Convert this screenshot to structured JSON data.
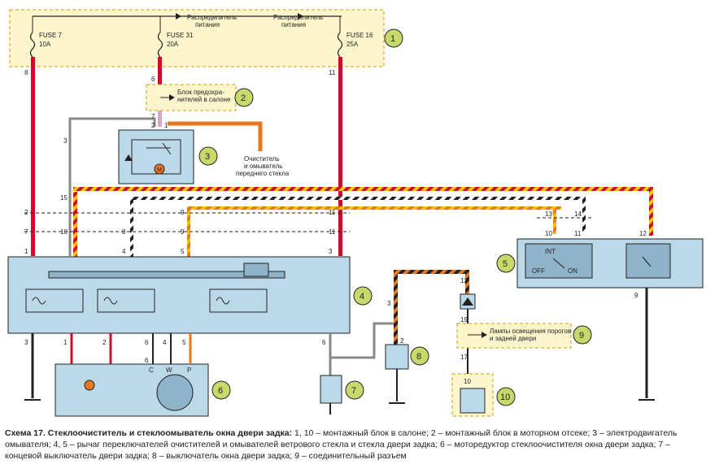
{
  "power": {
    "title_left": "Распределитель\nпитания",
    "title_right": "Распределитель\nпитания",
    "fuses": [
      {
        "name": "FUSE 7",
        "rating": "10A"
      },
      {
        "name": "FUSE 31",
        "rating": "20A"
      },
      {
        "name": "FUSE 16",
        "rating": "25A"
      }
    ]
  },
  "blocks": {
    "b1": "1",
    "b2": "2",
    "b3": "3",
    "b4": "4",
    "b5": "5",
    "b6": "6",
    "b7": "7",
    "b8": "8",
    "b9": "9",
    "b10": "10"
  },
  "labels": {
    "fuse_block": "Блок предохра-\nнителей в салоне",
    "front_washer": "Очиститель\nи омыватель\nпереднего стекла",
    "lamps": "Лампы освещения порогов\nи задней двери",
    "sw_int": "INT",
    "sw_off": "OFF",
    "sw_on": "ON",
    "motor_c": "C",
    "motor_w": "W",
    "motor_p": "P",
    "motor_m": "M"
  },
  "pins": {
    "p8": "8",
    "p6": "6",
    "p11a": "11",
    "p7a": "7",
    "p2a": "2",
    "p1a": "1",
    "p3a": "3",
    "p15": "15",
    "p2b": "2",
    "p9a": "9",
    "p11b": "11",
    "p7b": "7",
    "p10a": "10",
    "p8b": "8",
    "p9b": "9",
    "p11c": "11",
    "p1b": "1",
    "p4a": "4",
    "p5a": "5",
    "p3b": "3",
    "p13": "13",
    "p14": "14",
    "p10b": "10",
    "p11d": "11",
    "p12a": "12",
    "p9c": "9",
    "p3c": "3",
    "p1c": "1",
    "p2c": "2",
    "p6a": "6",
    "p4b": "4",
    "p5b": "5",
    "p6b": "6",
    "p6c": "6",
    "p3d": "3",
    "p2d": "2",
    "p12b": "12",
    "p19": "19",
    "p17": "17",
    "p10c": "10"
  },
  "caption": {
    "title": "Схема 17. Стеклоочиститель и стеклоомыватель окна двери задка:",
    "text": "1, 10 – монтажный блок в салоне; 2 – монтажный блок в моторном отсеке; 3 – электродвигатель омывателя; 4, 5 – рычаг переключателей очистителей и омывателей ветрового стекла и стекла двери задка; 6 – моторедуктор стеклоочистителя окна двери задка; 7 – концевой выключатель двери задка; 8 – выключатель окна двери задка; 9 – соединительный разъем"
  },
  "colors": {
    "red": "#c8102e",
    "orange": "#e87722",
    "yellow": "#f2c500",
    "black": "#222222",
    "box_fill": "#bcd9ea",
    "box_dark": "#8fb3c9",
    "dash_box": "#fdf6cc",
    "badge": "#c9d86a"
  }
}
